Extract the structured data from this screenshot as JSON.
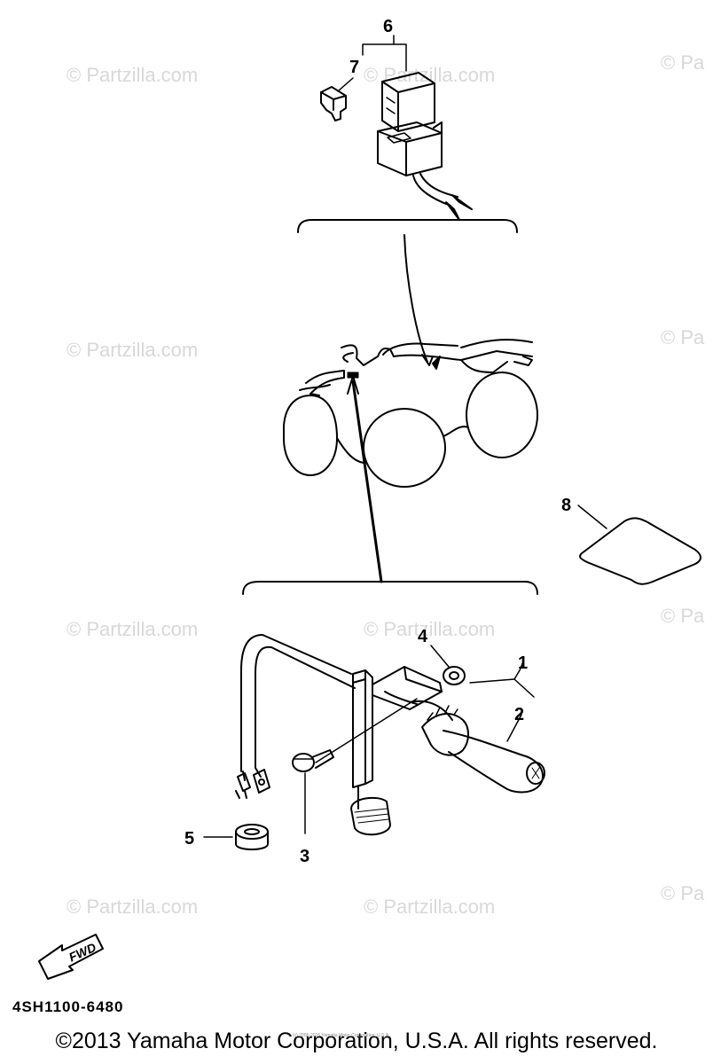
{
  "watermark": "© Partzilla.com",
  "watermark_trunc": "© Pa",
  "callouts": [
    {
      "id": "1",
      "label": "1"
    },
    {
      "id": "2",
      "label": "2"
    },
    {
      "id": "3",
      "label": "3"
    },
    {
      "id": "4",
      "label": "4"
    },
    {
      "id": "5",
      "label": "5"
    },
    {
      "id": "6",
      "label": "6"
    },
    {
      "id": "7",
      "label": "7"
    },
    {
      "id": "8",
      "label": "8"
    }
  ],
  "fwd_label": "FWD",
  "part_code": "4SH1100-6480",
  "copyright": "©2013 Yamaha Motor Corporation, U.S.A. All rights reserved.",
  "small_note": "(c) 2005-2016 Yamaha Motor Corporation, U.S.A."
}
